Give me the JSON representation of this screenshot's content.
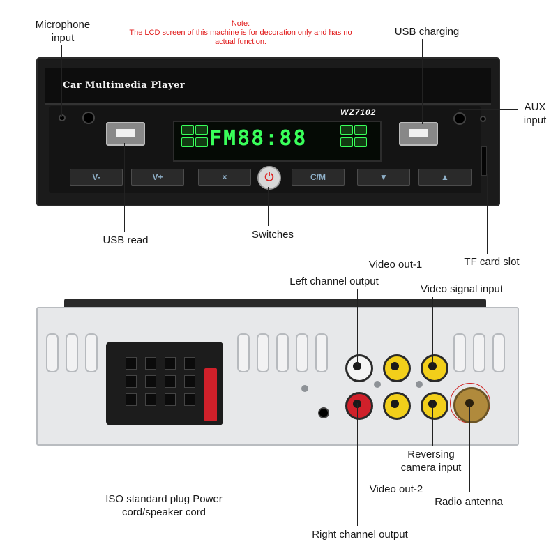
{
  "note": {
    "heading": "Note:",
    "text": "The LCD screen of this machine is for decoration only and has no actual function."
  },
  "front_panel": {
    "brand": "Car Multimedia Player",
    "model": "WZ7102",
    "lcd_display": "FM88:88",
    "buttons": [
      "V-",
      "V+",
      "×",
      "C/M",
      "▼",
      "▲"
    ]
  },
  "labels": {
    "microphone_input": "Microphone input",
    "usb_charging": "USB charging",
    "aux_input": "AUX input",
    "usb_read": "USB read",
    "switches": "Switches",
    "tf_card_slot": "TF card slot",
    "video_out_1": "Video out-1",
    "left_channel_output": "Left channel output",
    "video_signal_input": "Video signal input",
    "iso_plug": "ISO standard plug Power cord/speaker cord",
    "reversing_camera_input": "Reversing camera input",
    "video_out_2": "Video out-2",
    "radio_antenna": "Radio antenna",
    "right_channel_output": "Right channel output"
  },
  "colors": {
    "note_red": "#e01818",
    "lcd_green": "#39ff5a",
    "rca_white": "#f4f4f4",
    "rca_yellow": "#f2cf1a",
    "rca_red": "#d0202a",
    "antenna_gold": "#b08a3c"
  }
}
